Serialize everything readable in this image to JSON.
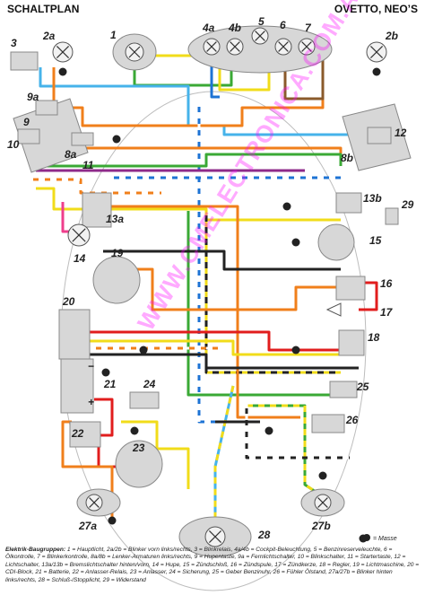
{
  "header": {
    "left": "SCHALTPLAN",
    "right": "OVETTO, NEO’S"
  },
  "component_labels": [
    "1",
    "2a",
    "2b",
    "3",
    "4a",
    "4b",
    "5",
    "6",
    "7",
    "8a",
    "8b",
    "9",
    "9a",
    "10",
    "11",
    "12",
    "13a",
    "13b",
    "14",
    "15",
    "16",
    "17",
    "18",
    "19",
    "20",
    "21",
    "22",
    "23",
    "24",
    "25",
    "26",
    "27a",
    "27b",
    "28",
    "29"
  ],
  "watermark": "WWW.CMELECTRONICA.COM.AR",
  "masse_label": "= Masse",
  "polarity": {
    "minus": "−",
    "plus": "+"
  },
  "legend": {
    "heading": "Elektrik-Baugruppen:",
    "text": " 1 = Hauptlicht, 2a/2b = Blinker vorn links/rechts, 3 = Blinkrelais, 4a/4b = Cockpit-Beleuchtung, 5 = Benzinreserveleuchte, 6 = Ölkontrolle, 7 = Blinkerkontrolle, 8a/8b = Lenker-Armaturen links/rechts, 9 = Hupentaste, 9a = Fernlichtschalter, 10 = Blinkschalter, 11 = Startertaste, 12 = Lichtschalter, 13a/13b = Bremslichtschalter hinten/vorn, 14 = Hupe, 15 = Zündschloß, 16 = Zündspule, 17 = Zündkerze, 18 = Regler, 19 = Lichtmaschine, 20 = CDI-Block, 21 = Batterie, 22 = Anlasser-Relais, 23 = Anlasser, 24 = Sicherung, 25 = Geber Benzinuhr, 26 = Fühler Ölstand, 27a/27b = Blinker hinten links/rechts, 28 = Schluß-/Stopplicht, 29 = Widerstand"
  },
  "colors": {
    "black": "#222222",
    "red": "#e11d1d",
    "orange": "#f07f1b",
    "yellow": "#f1dc1a",
    "green": "#3aa935",
    "blue": "#1d73d4",
    "lightblue": "#46b3ea",
    "brown": "#8a5a2b",
    "purple": "#8e2a8a",
    "white": "#ffffff",
    "gray": "#9b9b9b",
    "pink": "#ef3e8c",
    "component": "#d7d7d7"
  }
}
